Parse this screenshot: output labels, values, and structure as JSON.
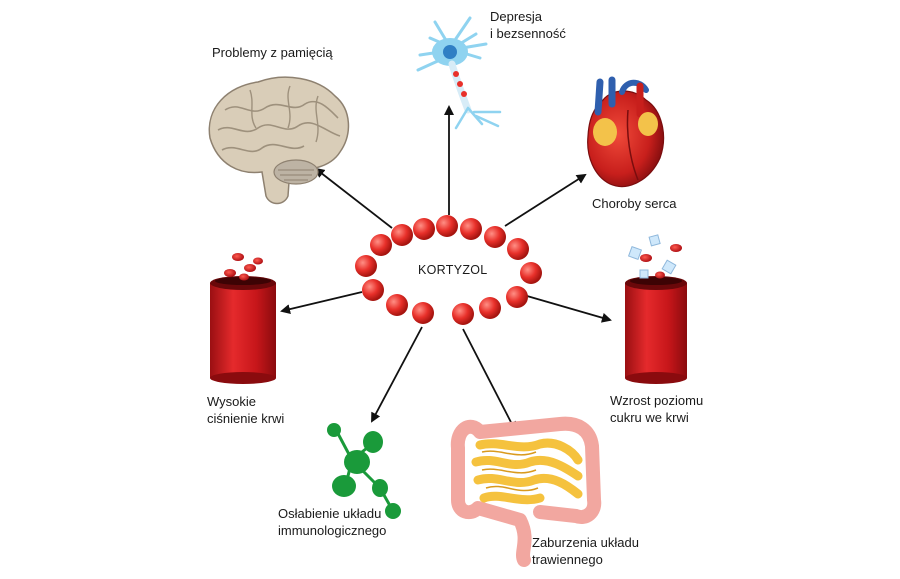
{
  "center": {
    "label": "KORTYZOL"
  },
  "effects": {
    "memory": {
      "lines": [
        "Problemy z pamięcią"
      ],
      "icon": "brain-icon"
    },
    "depression": {
      "lines": [
        "Depresja",
        "i bezsenność"
      ],
      "icon": "neuron-icon"
    },
    "heart": {
      "lines": [
        "Choroby serca"
      ],
      "icon": "heart-icon"
    },
    "blood_pressure": {
      "lines": [
        "Wysokie",
        "ciśnienie krwi"
      ],
      "icon": "blood-vessel-icon"
    },
    "blood_sugar": {
      "lines": [
        "Wzrost poziomu",
        "cukru we krwi"
      ],
      "icon": "blood-vessel-sugar-icon"
    },
    "immune": {
      "lines": [
        "Osłabienie układu",
        "immunologicznego"
      ],
      "icon": "immune-cells-icon"
    },
    "digestive": {
      "lines": [
        "Zaburzenia układu",
        "trawiennego"
      ],
      "icon": "intestines-icon"
    }
  },
  "colors": {
    "cortisol_bead": "#e8302a",
    "arrow": "#111111",
    "blood_vessel": "#c7161a",
    "immune": "#1a9a3a",
    "intestine_outer": "#f2a7a0",
    "intestine_inner": "#f5c23e",
    "neuron": "#8fd3f0",
    "brain": "#d9cdb8"
  }
}
